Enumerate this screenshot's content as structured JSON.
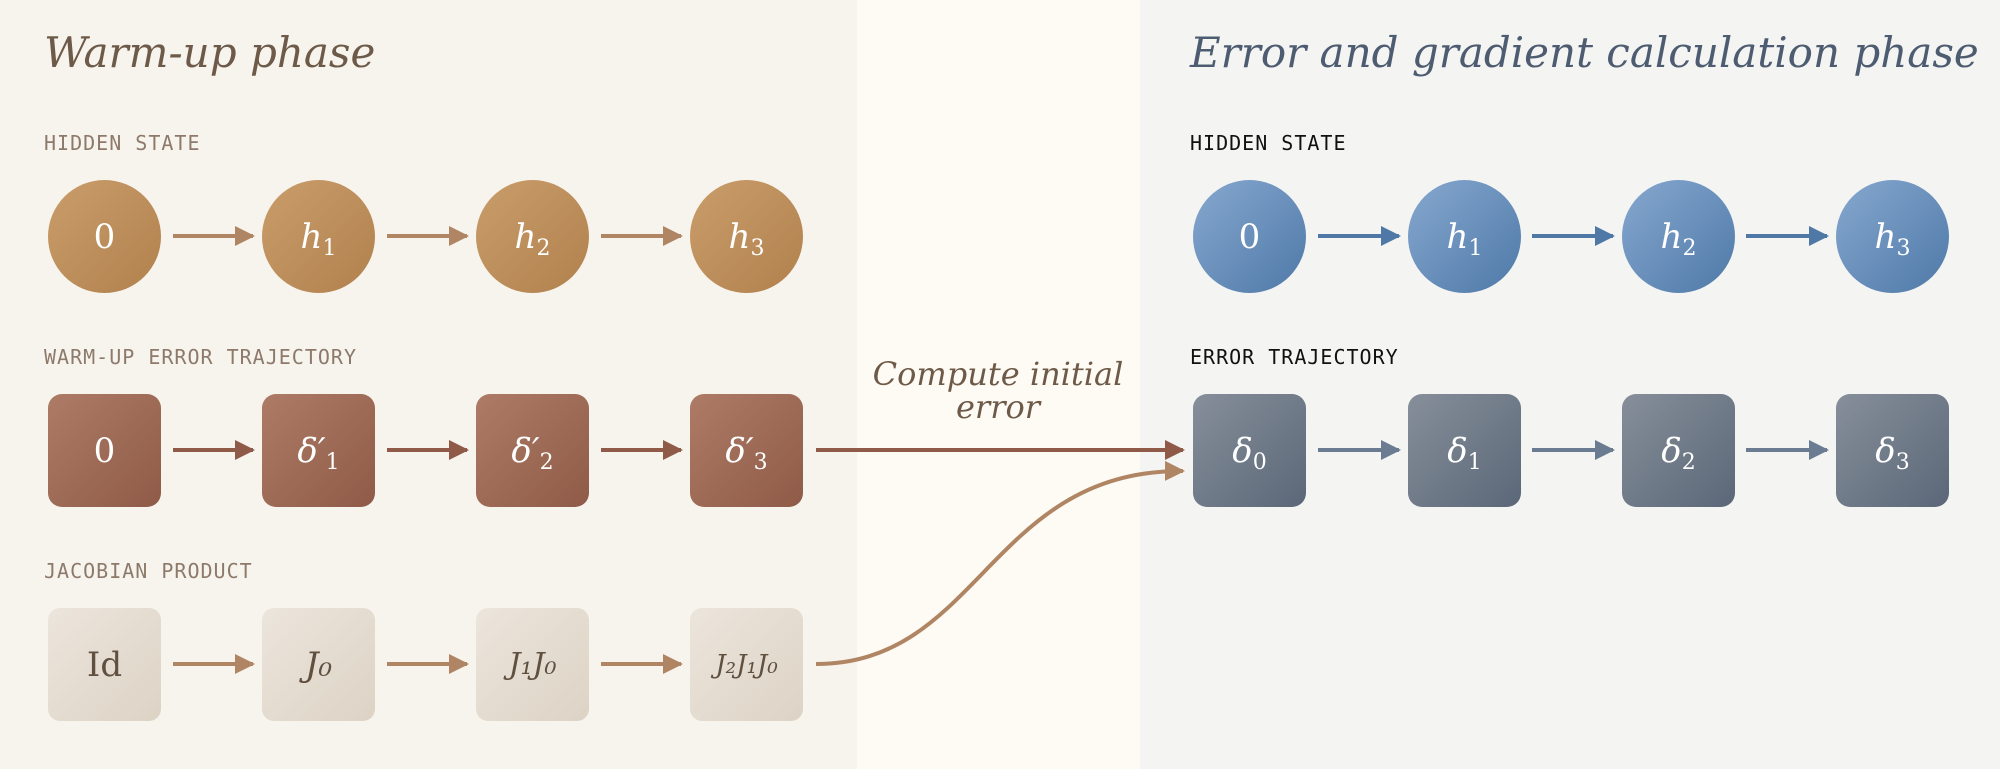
{
  "left_panel": {
    "title": "Warm-up phase",
    "hidden_state_label": "HIDDEN STATE",
    "error_label": "WARM-UP ERROR TRAJECTORY",
    "jacobian_label": "JACOBIAN PRODUCT",
    "hidden_nodes": [
      {
        "base": "0",
        "sub": ""
      },
      {
        "base": "h",
        "sub": "1"
      },
      {
        "base": "h",
        "sub": "2"
      },
      {
        "base": "h",
        "sub": "3"
      }
    ],
    "error_nodes": [
      {
        "base": "0",
        "sub": ""
      },
      {
        "base": "δ′",
        "sub": "1"
      },
      {
        "base": "δ′",
        "sub": "2"
      },
      {
        "base": "δ′",
        "sub": "3"
      }
    ],
    "jacobian_nodes": [
      {
        "text": "Id"
      },
      {
        "text": "J₀"
      },
      {
        "text": "J₁J₀"
      },
      {
        "text": "J₂J₁J₀"
      }
    ]
  },
  "middle": {
    "annotation_line1": "Compute initial",
    "annotation_line2": "error"
  },
  "right_panel": {
    "title": "Error and gradient calculation phase",
    "hidden_state_label": "HIDDEN STATE",
    "error_label": "ERROR TRAJECTORY",
    "hidden_nodes": [
      {
        "base": "0",
        "sub": ""
      },
      {
        "base": "h",
        "sub": "1"
      },
      {
        "base": "h",
        "sub": "2"
      },
      {
        "base": "h",
        "sub": "3"
      }
    ],
    "error_nodes": [
      {
        "base": "δ",
        "sub": "0"
      },
      {
        "base": "δ",
        "sub": "1"
      },
      {
        "base": "δ",
        "sub": "2"
      },
      {
        "base": "δ",
        "sub": "3"
      }
    ]
  },
  "colors": {
    "warm_arrow": "#b08563",
    "error_arrow": "#8f5b48",
    "blue_arrow": "#4f78a6",
    "slate_arrow": "#6b7c92"
  }
}
